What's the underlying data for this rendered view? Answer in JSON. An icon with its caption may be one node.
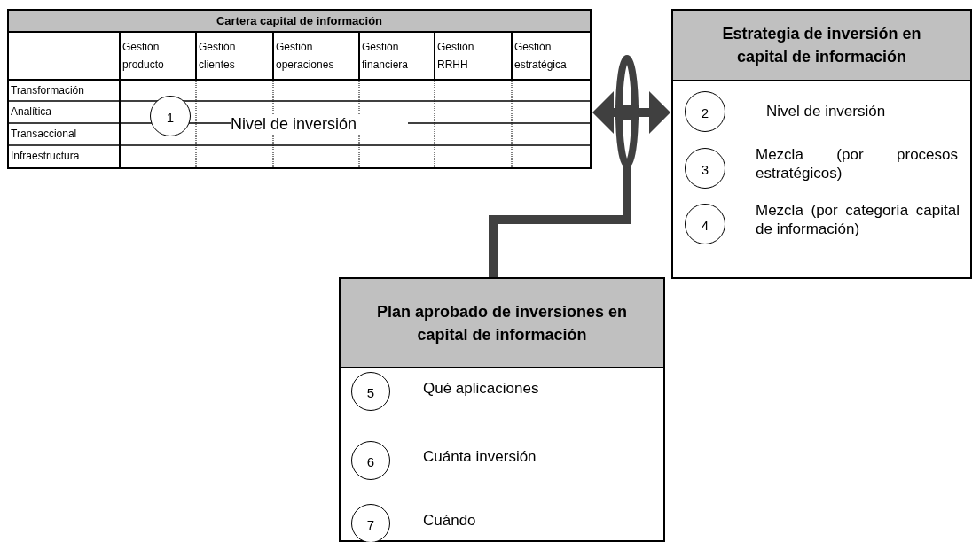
{
  "diagram": {
    "nodes": [
      {
        "text": [
          "Cartera capital de información"
        ]
      },
      {
        "text": [
          "1"
        ],
        "in": 0,
        "beside": [
          "Nivel de inversión"
        ]
      },
      {
        "text": [
          "Estrategia de inversión en capital de información"
        ]
      },
      {
        "text": [
          "2"
        ],
        "in": 2,
        "beside": [
          "Nivel de inversión"
        ]
      },
      {
        "text": [
          "3"
        ],
        "in": 2,
        "beside": [
          "Mezcla (por procesos estratégicos)"
        ]
      },
      {
        "text": [
          "4"
        ],
        "in": 2,
        "beside": [
          "Mezcla (por categoría capital de información)"
        ]
      },
      {
        "text": [
          "Plan aprobado de inversiones en capital de información"
        ]
      },
      {
        "text": [
          "5"
        ],
        "in": 6,
        "beside": [
          "Qué aplicaciones"
        ]
      },
      {
        "text": [
          "6"
        ],
        "in": 6,
        "beside": [
          "Cuánta inversión"
        ]
      },
      {
        "text": [
          "7"
        ],
        "in": 6,
        "beside": [
          "Cuándo"
        ]
      },
      {
        "text": [],
        "shape": "ellipse"
      }
    ],
    "edges": [
      {
        "from": 10,
        "to": 0,
        "arrow": "to"
      },
      {
        "from": 10,
        "to": 2,
        "arrow": "to"
      },
      {
        "from": 10,
        "to": 6,
        "arrow": "none"
      }
    ],
    "labels": [
      "Gestión producto",
      "Gestión clientes",
      "Gestión operaciones",
      "Gestión financiera",
      "Gestión RRHH",
      "Gestión estratégica",
      "Transformación",
      "Analítica",
      "Transaccional",
      "Infraestructura"
    ]
  }
}
